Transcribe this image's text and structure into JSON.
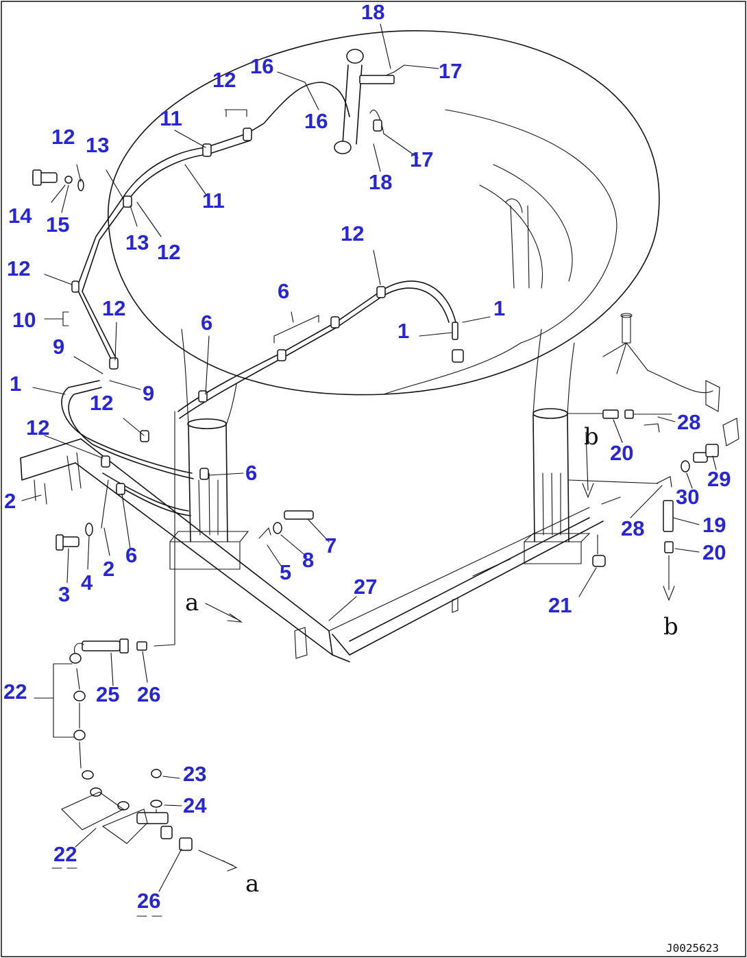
{
  "callouts": [
    {
      "id": "c1",
      "text": "18"
    },
    {
      "id": "c2",
      "text": "17"
    },
    {
      "id": "c3",
      "text": "16"
    },
    {
      "id": "c4",
      "text": "12"
    },
    {
      "id": "c5",
      "text": "16"
    },
    {
      "id": "c6",
      "text": "17"
    },
    {
      "id": "c7",
      "text": "18"
    },
    {
      "id": "c8",
      "text": "11"
    },
    {
      "id": "c9",
      "text": "11"
    },
    {
      "id": "c10",
      "text": "12"
    },
    {
      "id": "c11",
      "text": "13"
    },
    {
      "id": "c12",
      "text": "14"
    },
    {
      "id": "c13",
      "text": "15"
    },
    {
      "id": "c14",
      "text": "13"
    },
    {
      "id": "c15",
      "text": "12"
    },
    {
      "id": "c16",
      "text": "12"
    },
    {
      "id": "c17",
      "text": "12"
    },
    {
      "id": "c18",
      "text": "1"
    },
    {
      "id": "c19",
      "text": "1"
    },
    {
      "id": "c20",
      "text": "6"
    },
    {
      "id": "c21",
      "text": "12"
    },
    {
      "id": "c22",
      "text": "10"
    },
    {
      "id": "c23",
      "text": "6"
    },
    {
      "id": "c24",
      "text": "9"
    },
    {
      "id": "c25",
      "text": "9"
    },
    {
      "id": "c26",
      "text": "1"
    },
    {
      "id": "c27",
      "text": "12"
    },
    {
      "id": "c28",
      "text": "12"
    },
    {
      "id": "c29",
      "text": "28"
    },
    {
      "id": "c30",
      "text": "20"
    },
    {
      "id": "c31",
      "text": "6"
    },
    {
      "id": "c32",
      "text": "29"
    },
    {
      "id": "c33",
      "text": "30"
    },
    {
      "id": "c34",
      "text": "2"
    },
    {
      "id": "c35",
      "text": "19"
    },
    {
      "id": "c36",
      "text": "28"
    },
    {
      "id": "c37",
      "text": "7"
    },
    {
      "id": "c38",
      "text": "8"
    },
    {
      "id": "c39",
      "text": "20"
    },
    {
      "id": "c40",
      "text": "2"
    },
    {
      "id": "c41",
      "text": "6"
    },
    {
      "id": "c42",
      "text": "5"
    },
    {
      "id": "c43",
      "text": "3"
    },
    {
      "id": "c44",
      "text": "4"
    },
    {
      "id": "c45",
      "text": "27"
    },
    {
      "id": "c46",
      "text": "21"
    },
    {
      "id": "c47",
      "text": "22"
    },
    {
      "id": "c48",
      "text": "25"
    },
    {
      "id": "c49",
      "text": "26"
    },
    {
      "id": "c50",
      "text": "23"
    },
    {
      "id": "c51",
      "text": "24"
    },
    {
      "id": "c52",
      "text": "22"
    },
    {
      "id": "c53",
      "text": "26"
    }
  ],
  "connectors": [
    {
      "id": "a1",
      "text": "a"
    },
    {
      "id": "a2",
      "text": "a"
    },
    {
      "id": "b1",
      "text": "b"
    },
    {
      "id": "b2",
      "text": "b"
    }
  ],
  "document_id": "J0025623"
}
